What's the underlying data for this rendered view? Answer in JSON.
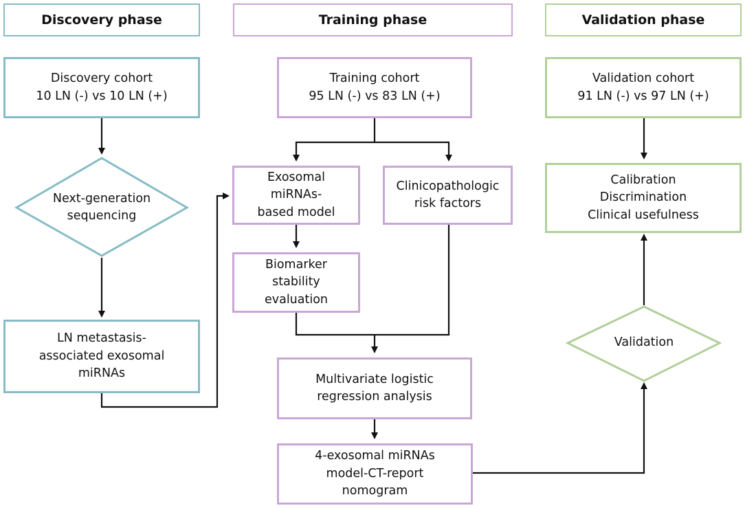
{
  "phases": {
    "discovery": "Discovery phase",
    "training": "Training phase",
    "validation": "Validation phase"
  },
  "discovery": {
    "cohort": "Discovery cohort\n10 LN (-) vs 10 LN (+)",
    "sequencing": "Next-generation\nsequencing",
    "mirnas": "LN metastasis-\nassociated exosomal\nmiRNAs"
  },
  "training": {
    "cohort": "Training cohort\n95 LN (-) vs 83 LN (+)",
    "model": "Exosomal\nmiRNAs-\nbased model",
    "risk": "Clinicopathologic\nrisk factors",
    "stability": "Biomarker\nstability\nevaluation",
    "regression": "Multivariate logistic\nregression analysis",
    "nomogram": "4-exosomal miRNAs\nmodel-CT-report\nnomogram"
  },
  "validation": {
    "cohort": "Validation cohort\n91 LN (-) vs 97 LN (+)",
    "metrics": "Calibration\nDiscrimination\nClinical usefulness",
    "step": "Validation"
  },
  "colors": {
    "discovery": "#86bcc6",
    "training": "#c9a6d6",
    "validation": "#b1cf9a",
    "arrow": "#111111"
  }
}
